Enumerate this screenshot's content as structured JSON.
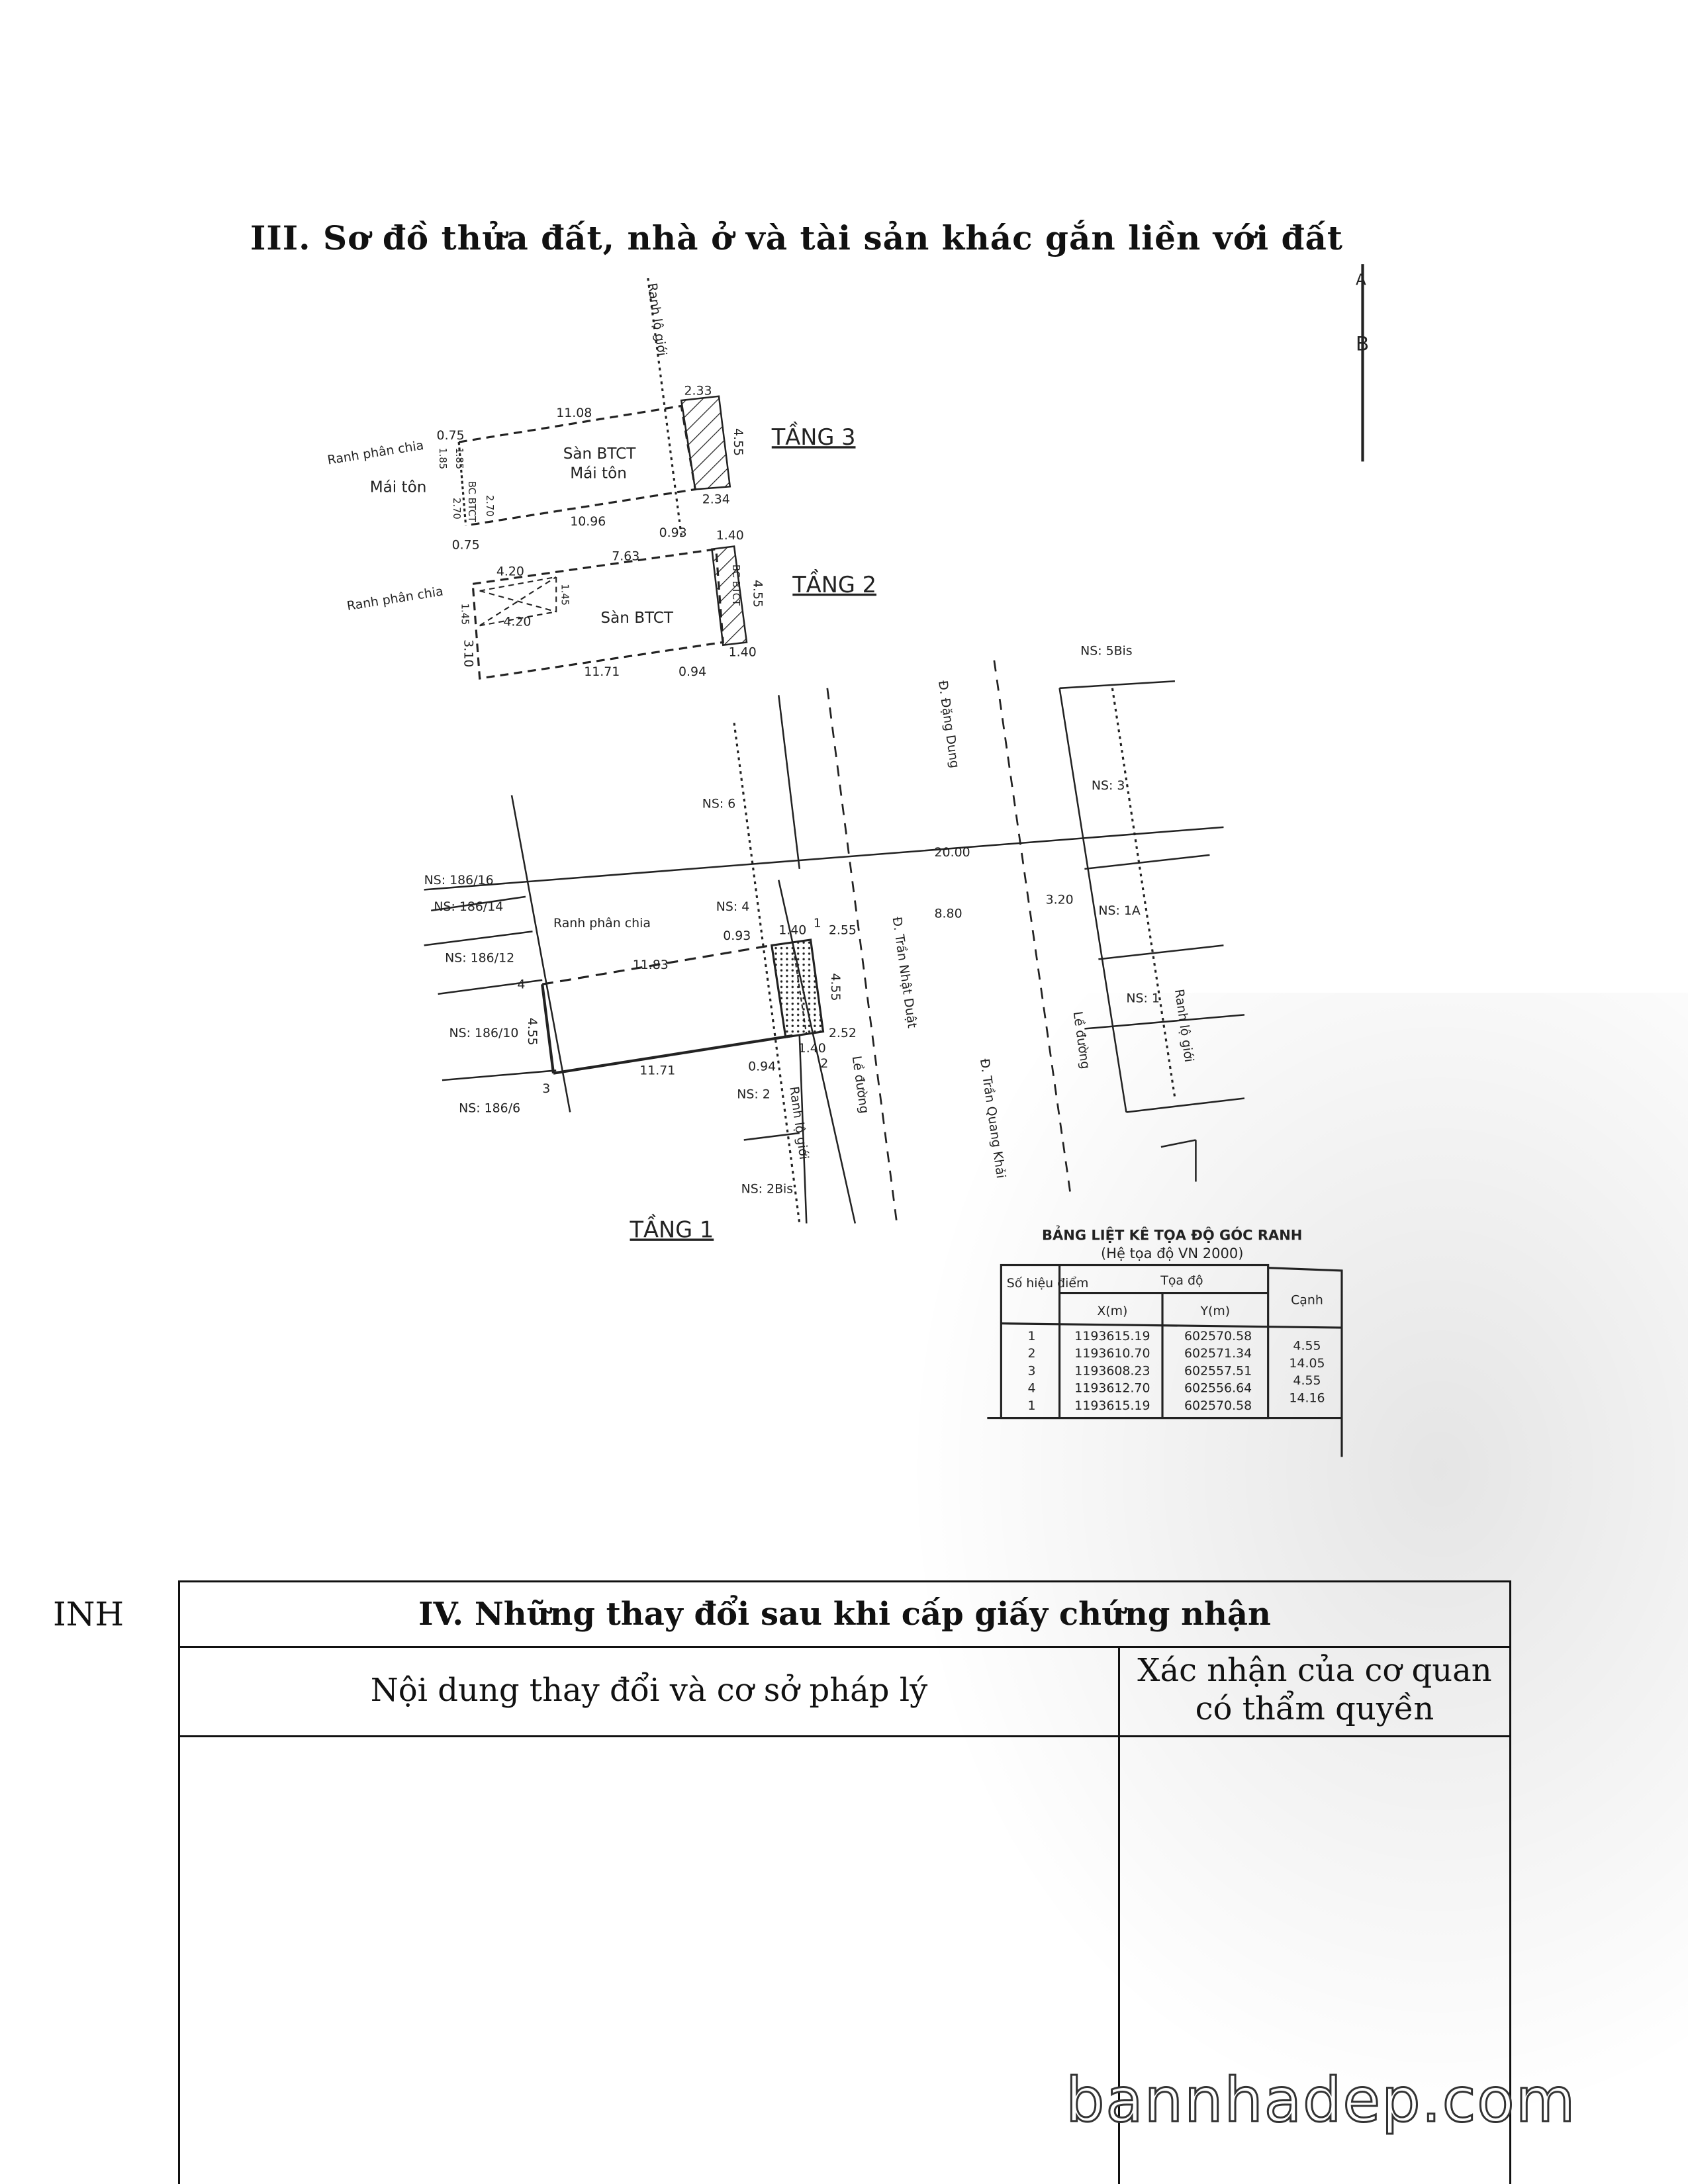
{
  "section3": {
    "title": "III. Sơ đồ thửa đất, nhà ở và tài sản khác gắn liền với đất",
    "north_arrow": {
      "top": "A",
      "bottom": "B"
    },
    "floor3": {
      "label": "TẦNG 3",
      "texts": {
        "ranh_lo_gioi": "Ranh lộ giới",
        "top_len": "11.08",
        "left_top": "0.75",
        "ranh_phan_chia": "Ranh phân chia",
        "d185a": "1.85",
        "d185b": "1.85",
        "mai_ton_side": "Mái tôn",
        "san": "Sàn BTCT",
        "mai_ton": "Mái tôn",
        "right": "4.55",
        "d233": "2.33",
        "d234": "2.34",
        "bottom_len": "10.96",
        "left_bottom": "0.75",
        "d270a": "2.70",
        "d270b": "2.70",
        "bc": "BC BTCT"
      }
    },
    "floor2": {
      "label": "TẦNG 2",
      "texts": {
        "top_len": "7.63",
        "d420a": "4.20",
        "d420b": "4.20",
        "ranh_phan_chia": "Ranh phân chia",
        "d45a": "1.45",
        "d45b": "1.45",
        "san": "Sàn BTCT",
        "bottom_len": "11.71",
        "d094": "0.94",
        "d140a": "1.40",
        "d140b": "1.40",
        "d093": "0.93",
        "right": "4.55",
        "d310": "3.10",
        "bc": "BC BTCT"
      }
    },
    "floor1": {
      "label": "TẦNG 1",
      "texts": {
        "ns5bis": "NS: 5Bis",
        "ns3": "NS: 3",
        "ns1a": "NS: 1A",
        "ns1": "NS: 1",
        "ns6": "NS: 6",
        "ns4": "NS: 4",
        "ns2": "NS: 2",
        "ns2bis": "NS: 2Bis",
        "ns186_16": "NS: 186/16",
        "ns186_14": "NS: 186/14",
        "ns186_12": "NS: 186/12",
        "ns186_10": "NS: 186/10",
        "ns186_6": "NS: 186/6",
        "dang_dung": "Đ. Đặng Dung",
        "tran_nhat_duat": "Đ. Trần Nhật Duật",
        "tran_quang_khai": "Đ. Trần Quang Khải",
        "le_duong_1": "Lề đường",
        "le_duong_2": "Lề đường",
        "ranh_lo_gioi_1": "Ranh lộ giới",
        "ranh_lo_gioi_2": "Ranh lộ giới",
        "ranh_phan_chia": "Ranh phân chia",
        "d2000": "20.00",
        "d880": "8.80",
        "d320": "3.20",
        "d1183": "11.83",
        "d1171": "11.71",
        "d455l": "4.55",
        "d455r": "4.55",
        "d093": "0.93",
        "d140a": "1.40",
        "d140b": "1.40",
        "d255": "2.55",
        "d252": "2.52",
        "d094": "0.94",
        "p1": "1",
        "p2": "2",
        "p3": "3",
        "p4": "4"
      }
    },
    "coord_table": {
      "title": "BẢNG LIỆT KÊ TỌA ĐỘ GÓC RANH",
      "subtitle": "(Hệ tọa độ VN 2000)",
      "headers": {
        "point": "Số hiệu điểm",
        "coord": "Tọa độ",
        "x": "X(m)",
        "y": "Y(m)",
        "edge": "Cạnh"
      },
      "rows": [
        {
          "point": "1",
          "x": "1193615.19",
          "y": "602570.58"
        },
        {
          "point": "2",
          "x": "1193610.70",
          "y": "602571.34"
        },
        {
          "point": "3",
          "x": "1193608.23",
          "y": "602557.51"
        },
        {
          "point": "4",
          "x": "1193612.70",
          "y": "602556.64"
        },
        {
          "point": "1",
          "x": "1193615.19",
          "y": "602570.58"
        }
      ],
      "edges": [
        "4.55",
        "14.05",
        "4.55",
        "14.16"
      ]
    }
  },
  "margin_text": "INH",
  "section4": {
    "title": "IV. Những thay đổi sau khi cấp giấy chứng nhận",
    "col1": "Nội dung thay đổi và cơ sở pháp lý",
    "col2_line1": "Xác nhận của cơ quan",
    "col2_line2": "có thẩm quyền"
  },
  "watermark": "bannhadep.com"
}
